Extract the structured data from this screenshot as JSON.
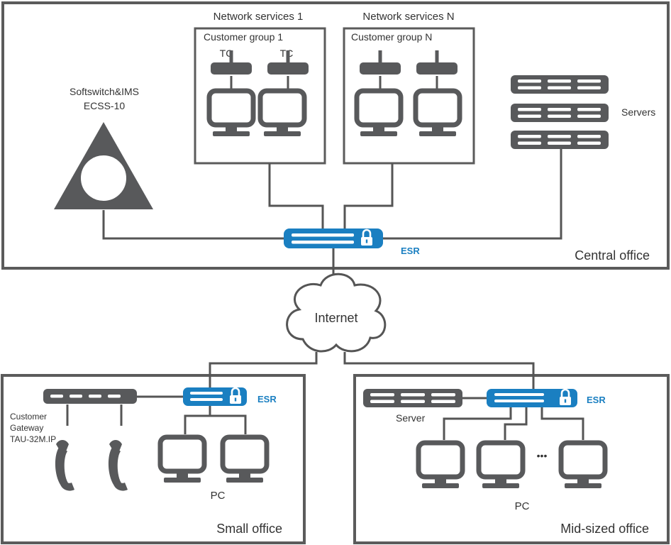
{
  "colors": {
    "device": "#58595b",
    "esr": "#1a7fc1",
    "frame": "#5b5b5b",
    "line": "#555555"
  },
  "central_office": {
    "label": "Central office",
    "softswitch_line1": "Softswitch&IMS",
    "softswitch_line2": "ECSS-10",
    "servers_label": "Servers",
    "esr_label": "ESR",
    "services": [
      {
        "title": "Network services 1",
        "group": "Customer group 1",
        "tc1": "TC",
        "tc2": "TC"
      },
      {
        "title": "Network services N",
        "group": "Customer group N"
      }
    ]
  },
  "internet": {
    "label": "Internet"
  },
  "small_office": {
    "label": "Small office",
    "esr_label": "ESR",
    "gateway_line1": "Customer",
    "gateway_line2": "Gateway",
    "gateway_line3": "TAU-32M.IP",
    "pc_label": "PC"
  },
  "mid_office": {
    "label": "Mid-sized office",
    "esr_label": "ESR",
    "server_label": "Server",
    "pc_label": "PC",
    "ellipsis": "•••"
  }
}
